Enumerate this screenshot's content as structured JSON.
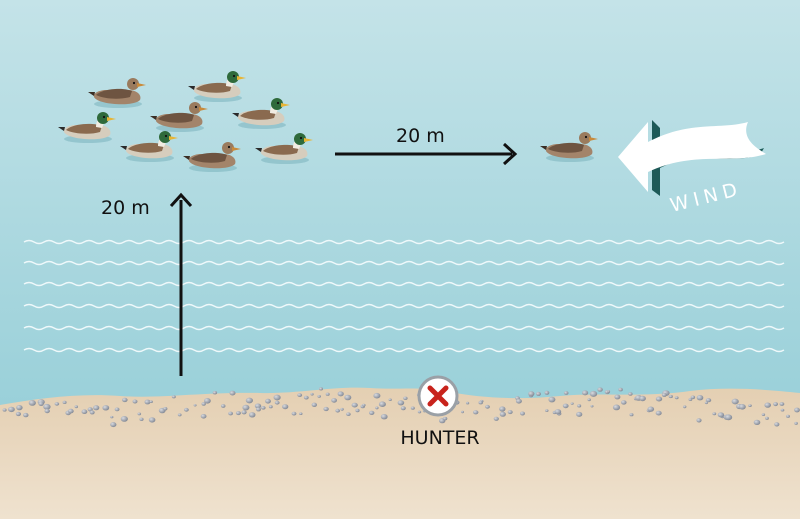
{
  "labels": {
    "distance_vertical": "20 m",
    "distance_horizontal": "20 m",
    "wind": "WIND",
    "hunter": "HUNTER"
  },
  "icons": {
    "hunter_marker": "x-mark-icon",
    "wind_arrow": "wind-arrow-icon",
    "decoy": "mallard-decoy-icon"
  },
  "colors": {
    "sky_top": "#bfe0e6",
    "water": "#93cdd7",
    "sand": "#e9d6bd",
    "wind_dark": "#1d5a58",
    "hunter_red": "#c8231c"
  }
}
